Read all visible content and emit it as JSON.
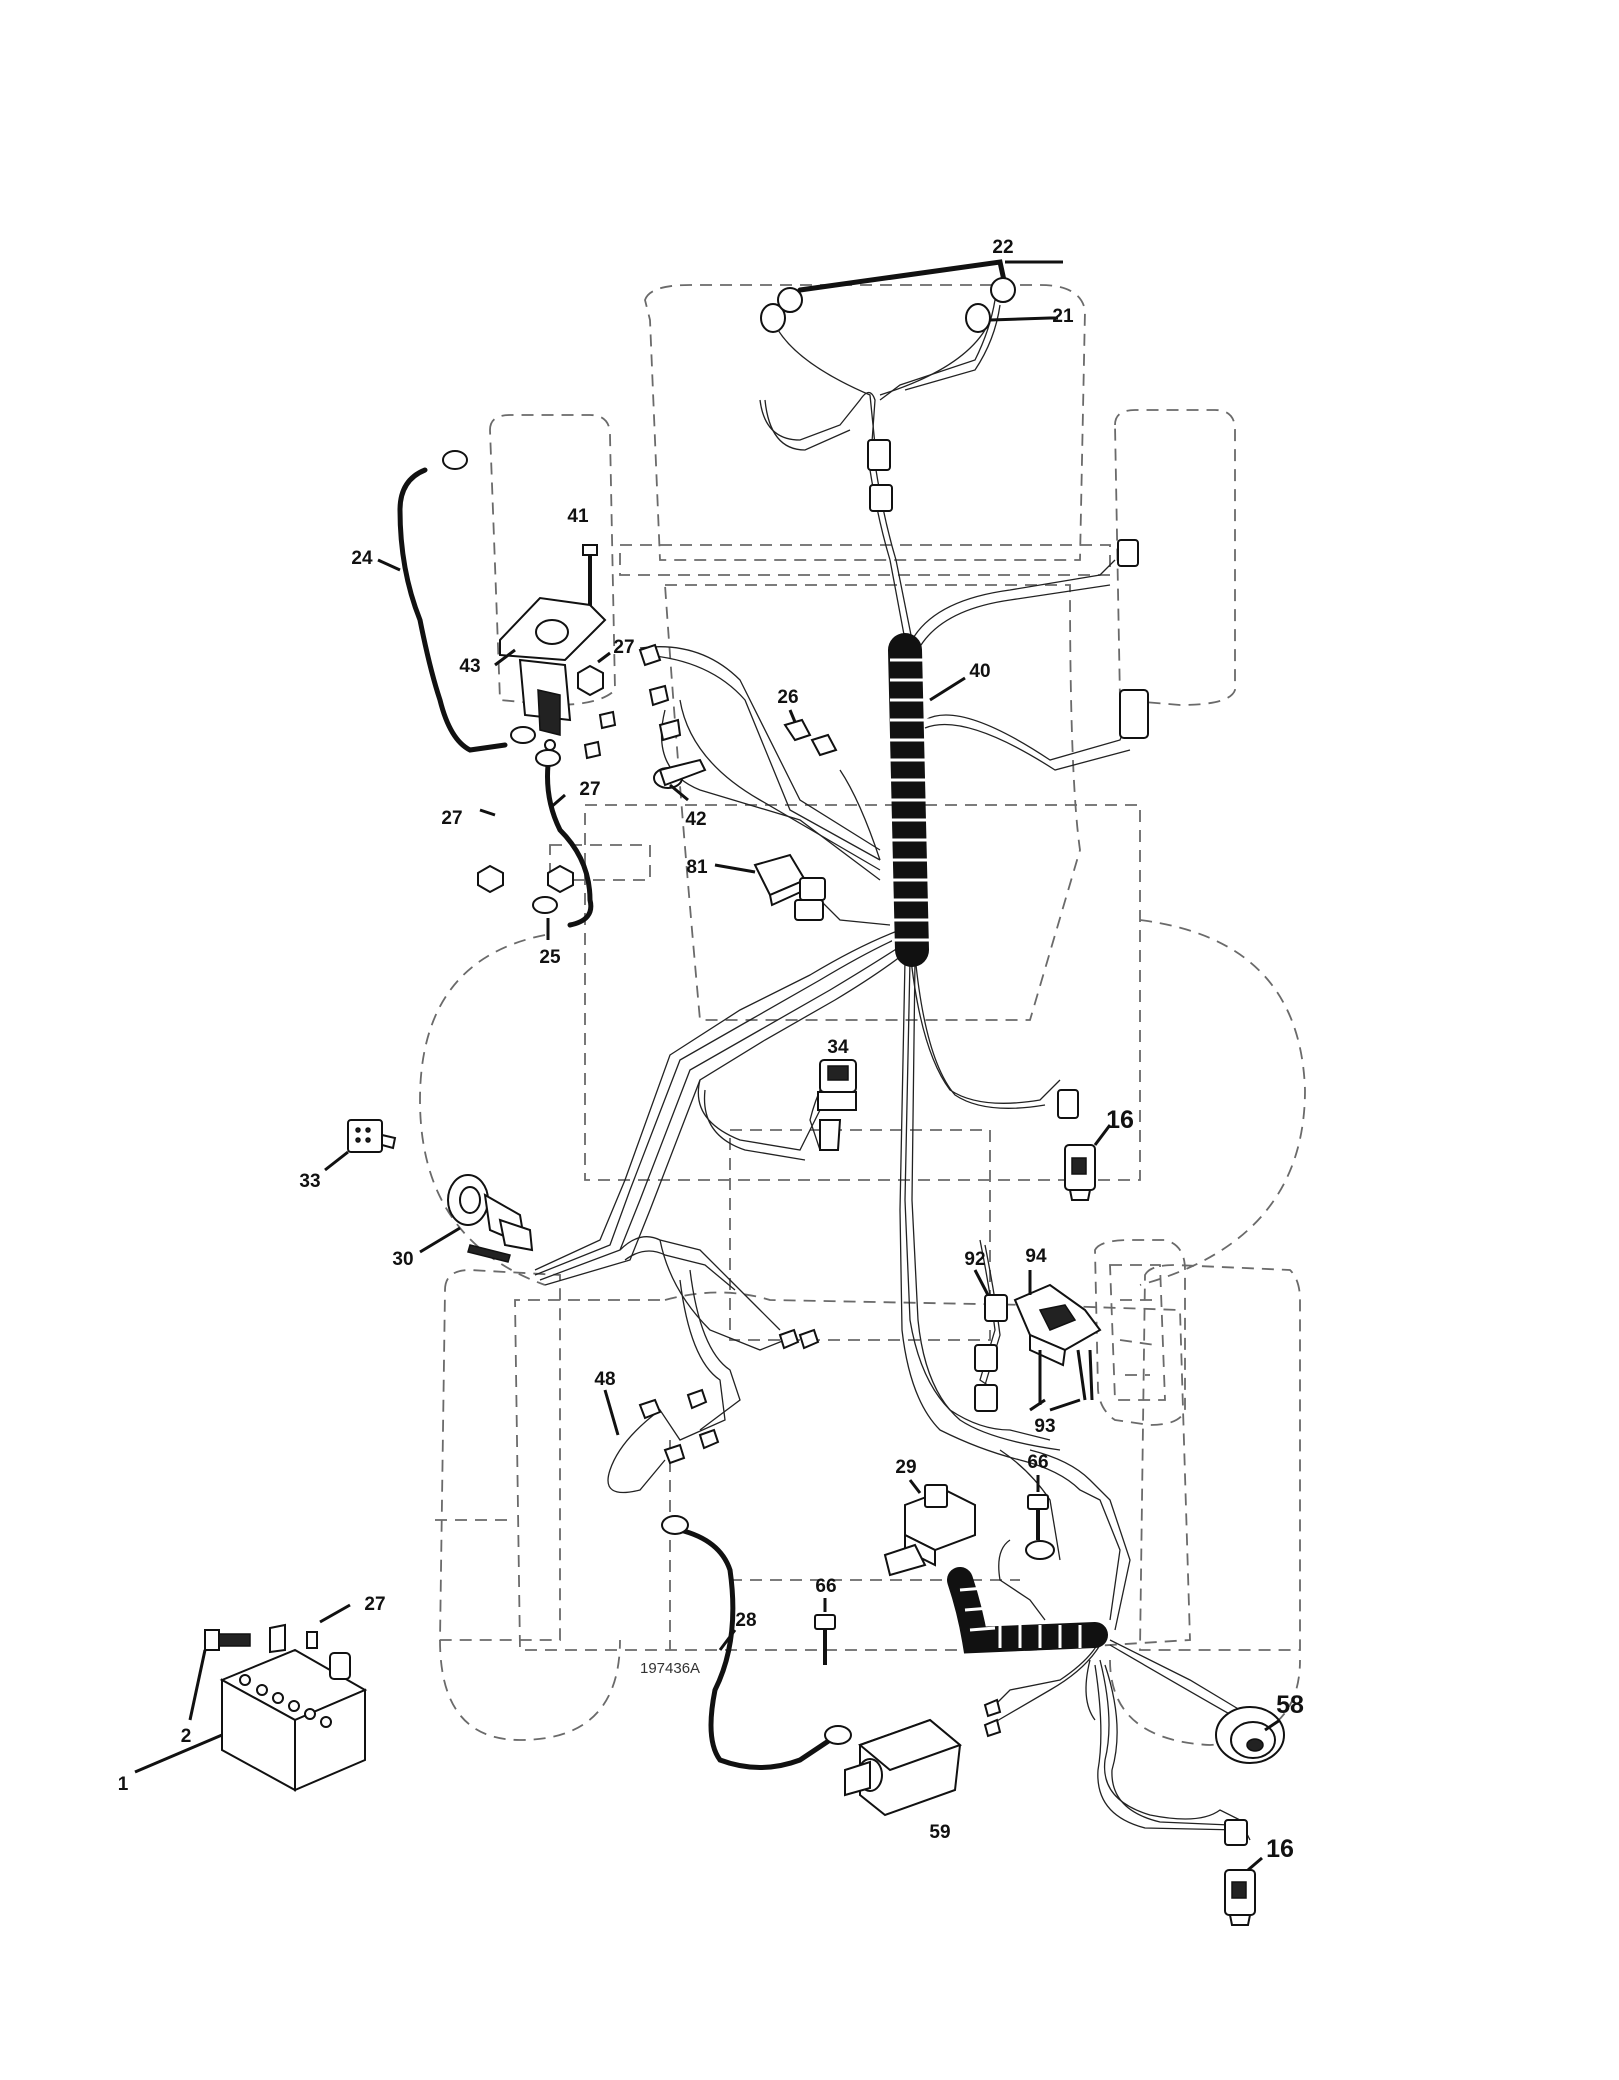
{
  "drawing_number": "197436A",
  "callouts": [
    {
      "id": "c22",
      "text": "22"
    },
    {
      "id": "c21",
      "text": "21"
    },
    {
      "id": "c41",
      "text": "41"
    },
    {
      "id": "c24",
      "text": "24"
    },
    {
      "id": "c43",
      "text": "43"
    },
    {
      "id": "c27a",
      "text": "27"
    },
    {
      "id": "c26",
      "text": "26"
    },
    {
      "id": "c40",
      "text": "40"
    },
    {
      "id": "c27b",
      "text": "27"
    },
    {
      "id": "c27c",
      "text": "27"
    },
    {
      "id": "c42",
      "text": "42"
    },
    {
      "id": "c81",
      "text": "81"
    },
    {
      "id": "c25",
      "text": "25"
    },
    {
      "id": "c34",
      "text": "34"
    },
    {
      "id": "c16a",
      "text": "16"
    },
    {
      "id": "c33",
      "text": "33"
    },
    {
      "id": "c30",
      "text": "30"
    },
    {
      "id": "c92",
      "text": "92"
    },
    {
      "id": "c94",
      "text": "94"
    },
    {
      "id": "c93",
      "text": "93"
    },
    {
      "id": "c48",
      "text": "48"
    },
    {
      "id": "c29",
      "text": "29"
    },
    {
      "id": "c66a",
      "text": "66"
    },
    {
      "id": "c27d",
      "text": "27"
    },
    {
      "id": "c66b",
      "text": "66"
    },
    {
      "id": "c28",
      "text": "28"
    },
    {
      "id": "c2",
      "text": "2"
    },
    {
      "id": "c58",
      "text": "58"
    },
    {
      "id": "c1",
      "text": "1"
    },
    {
      "id": "c59",
      "text": "59"
    },
    {
      "id": "c16b",
      "text": "16"
    }
  ]
}
